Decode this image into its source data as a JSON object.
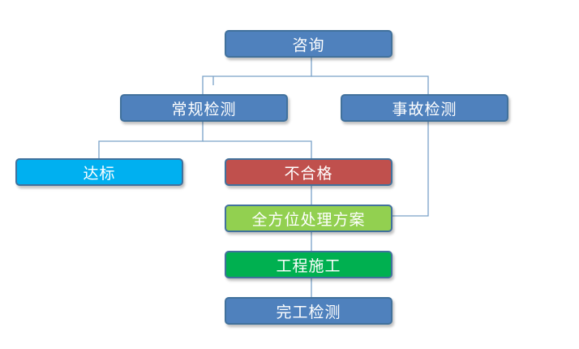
{
  "colors": {
    "line": "#7aa2c8",
    "outline": "#41719c"
  },
  "nodes": {
    "consult": {
      "label": "咨询",
      "fill": "#4f81bd"
    },
    "routine": {
      "label": "常规检测",
      "fill": "#4f81bd"
    },
    "accident": {
      "label": "事故检测",
      "fill": "#4f81bd"
    },
    "pass": {
      "label": "达标",
      "fill": "#00b0f0"
    },
    "fail": {
      "label": "不合格",
      "fill": "#c0504d"
    },
    "plan": {
      "label": "全方位处理方案",
      "fill": "#92d050"
    },
    "construct": {
      "label": "工程施工",
      "fill": "#00b050"
    },
    "final": {
      "label": "完工检测",
      "fill": "#4f81bd"
    }
  },
  "edges": [
    {
      "from": "consult",
      "to": "routine"
    },
    {
      "from": "consult",
      "to": "accident"
    },
    {
      "from": "routine",
      "to": "pass"
    },
    {
      "from": "routine",
      "to": "fail"
    },
    {
      "from": "fail",
      "to": "plan"
    },
    {
      "from": "accident",
      "to": "plan"
    },
    {
      "from": "plan",
      "to": "construct"
    },
    {
      "from": "construct",
      "to": "final"
    }
  ]
}
